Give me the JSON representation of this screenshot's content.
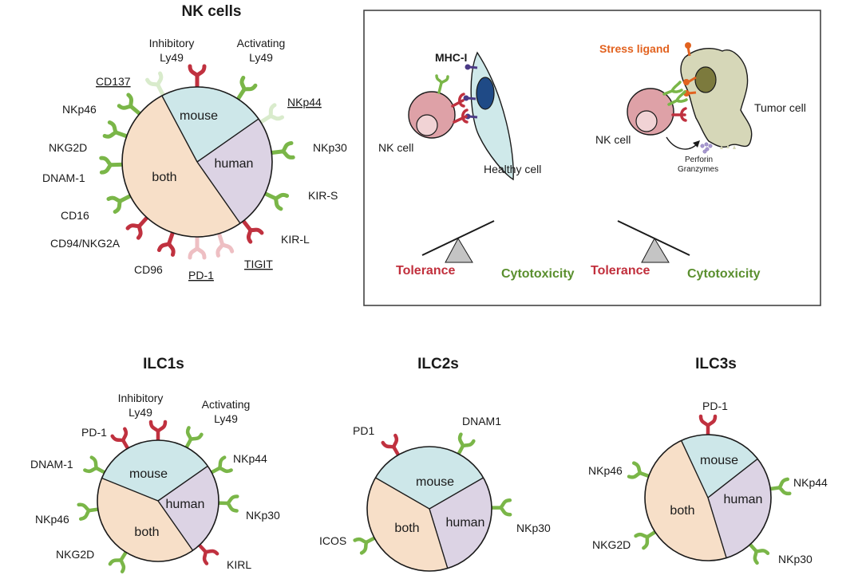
{
  "colors": {
    "mouse": "#cde7e9",
    "human": "#dcd3e4",
    "both": "#f7dfc8",
    "activating": "#7ab648",
    "inhibitory": "#c0313f",
    "activating_light": "#d9ebcc",
    "inhibitory_light": "#eebfc3",
    "outline": "#1a1a1a",
    "mhc": "#4b3a86",
    "stress": "#e2621f",
    "nk_cell": "#dea1a7",
    "nk_nucleus": "#f1d3d5",
    "healthy_cell": "#cfe9ea",
    "healthy_nucleus": "#1f4a86",
    "tumor_cell": "#d6d7b8",
    "tumor_nucleus": "#7c7a3d",
    "tolerance": "#c12f3c",
    "cytotoxicity": "#5a8f2e",
    "fulcrum": "#c4c4c4",
    "granule": "#a99ad0"
  },
  "segment_labels": {
    "mouse": "mouse",
    "human": "human",
    "both": "both"
  },
  "nk_panel": {
    "title": "NK cells",
    "receptors": [
      {
        "name": "Inhibitory\nLy49",
        "type": "inhibitory",
        "underlined": false
      },
      {
        "name": "Activating\nLy49",
        "type": "activating",
        "underlined": false
      },
      {
        "name": "NKp44",
        "type": "activating_light",
        "underlined": true
      },
      {
        "name": "NKp30",
        "type": "activating",
        "underlined": false
      },
      {
        "name": "KIR-S",
        "type": "activating",
        "underlined": false
      },
      {
        "name": "KIR-L",
        "type": "inhibitory",
        "underlined": false
      },
      {
        "name": "TIGIT",
        "type": "inhibitory_light",
        "underlined": true
      },
      {
        "name": "PD-1",
        "type": "inhibitory_light",
        "underlined": true
      },
      {
        "name": "CD96",
        "type": "inhibitory",
        "underlined": false
      },
      {
        "name": "CD94/NKG2A",
        "type": "inhibitory",
        "underlined": false
      },
      {
        "name": "CD16",
        "type": "activating",
        "underlined": false
      },
      {
        "name": "DNAM-1",
        "type": "activating",
        "underlined": false
      },
      {
        "name": "NKG2D",
        "type": "activating",
        "underlined": false
      },
      {
        "name": "NKp46",
        "type": "activating",
        "underlined": false
      },
      {
        "name": "CD137",
        "type": "activating_light",
        "underlined": true
      }
    ]
  },
  "interaction_panel": {
    "healthy": {
      "nk_label": "NK cell",
      "target_label": "Healthy cell",
      "ligand_label": "MHC-I"
    },
    "tumor": {
      "nk_label": "NK cell",
      "target_label": "Tumor cell",
      "ligand_label": "Stress ligand",
      "granules_label": "Perforin\nGranzymes"
    },
    "balances": [
      {
        "left": "Tolerance",
        "right": "Cytotoxicity",
        "tilt": "tolerance-heavy"
      },
      {
        "left": "Tolerance",
        "right": "Cytotoxicity",
        "tilt": "cytotoxicity-heavy"
      }
    ]
  },
  "ilc_panels": [
    {
      "title": "ILC1s",
      "receptors": [
        {
          "name": "PD-1",
          "type": "inhibitory"
        },
        {
          "name": "Inhibitory\nLy49",
          "type": "inhibitory"
        },
        {
          "name": "Activating\nLy49",
          "type": "activating"
        },
        {
          "name": "NKp44",
          "type": "activating"
        },
        {
          "name": "NKp30",
          "type": "activating"
        },
        {
          "name": "KIRL",
          "type": "inhibitory"
        },
        {
          "name": "NKG2D",
          "type": "activating"
        },
        {
          "name": "NKp46",
          "type": "activating"
        },
        {
          "name": "DNAM-1",
          "type": "activating"
        }
      ]
    },
    {
      "title": "ILC2s",
      "receptors": [
        {
          "name": "PD1",
          "type": "inhibitory"
        },
        {
          "name": "DNAM1",
          "type": "activating"
        },
        {
          "name": "NKp30",
          "type": "activating"
        },
        {
          "name": "ICOS",
          "type": "activating"
        }
      ]
    },
    {
      "title": "ILC3s",
      "receptors": [
        {
          "name": "PD-1",
          "type": "inhibitory"
        },
        {
          "name": "NKp44",
          "type": "activating"
        },
        {
          "name": "NKp30",
          "type": "activating"
        },
        {
          "name": "NKG2D",
          "type": "activating"
        },
        {
          "name": "NKp46",
          "type": "activating"
        }
      ]
    }
  ]
}
